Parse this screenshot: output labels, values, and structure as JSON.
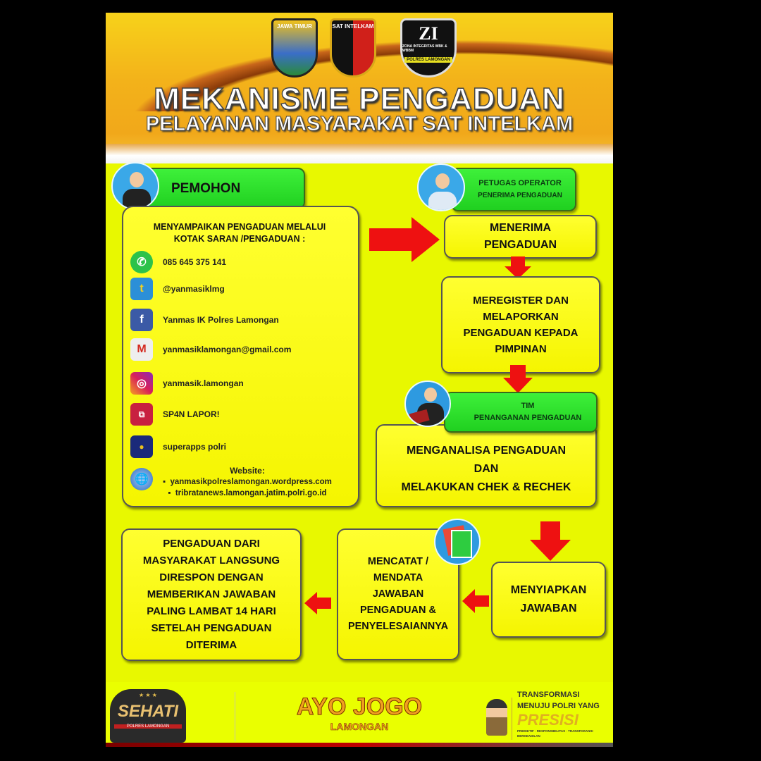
{
  "header": {
    "logos": [
      "JAWA TIMUR",
      "SAT INTELKAM",
      "ZI"
    ],
    "zi_subtitle": "ZONA INTEGRITAS WBK & WBBM",
    "zi_ribbon": "POLRES LAMONGAN",
    "title": "MEKANISME PENGADUAN",
    "subtitle": "PELAYANAN MASYARAKAT SAT INTELKAM"
  },
  "pemohon": {
    "label": "PEMOHON",
    "intro": "MENYAMPAIKAN PENGADUAN MELALUI KOTAK SARAN /PENGADUAN :",
    "channels": [
      {
        "icon": "whatsapp-icon",
        "text": "085 645 375 141"
      },
      {
        "icon": "twitter-icon",
        "text": "@yanmasiklmg"
      },
      {
        "icon": "facebook-icon",
        "text": "Yanmas IK Polres Lamongan"
      },
      {
        "icon": "gmail-icon",
        "text": "yanmasiklamongan@gmail.com"
      },
      {
        "icon": "instagram-icon",
        "text": "yanmasik.lamongan"
      },
      {
        "icon": "sp4n-lapor-icon",
        "text": "SP4N LAPOR!"
      },
      {
        "icon": "superapps-icon",
        "text": "superapps polri"
      }
    ],
    "website_label": "Website:",
    "websites": [
      "yanmasikpolreslamongan.wordpress.com",
      "tribratanews.lamongan.jatim.polri.go.id"
    ]
  },
  "operator": {
    "line1": "PETUGAS OPERATOR",
    "line2": "PENERIMA  PENGADUAN"
  },
  "steps": {
    "menerima": "MENERIMA PENGADUAN",
    "meregister": "MEREGISTER DAN MELAPORKAN PENGADUAN KEPADA PIMPINAN",
    "menganalisa_1": "MENGANALISA PENGADUAN",
    "menganalisa_2": "DAN",
    "menganalisa_3": "MELAKUKAN CHEK & RECHEK",
    "menyiapkan": "MENYIAPKAN JAWABAN",
    "mencatat": "MENCATAT / MENDATA JAWABAN PENGADUAN & PENYELESAIANNYA",
    "respon": "PENGADUAN DARI MASYARAKAT LANGSUNG DIRESPON DENGAN MEMBERIKAN JAWABAN PALING LAMBAT 14 HARI SETELAH PENGADUAN DITERIMA"
  },
  "tim": {
    "line1": "TIM",
    "line2": "PENANGANAN  PENGADUAN"
  },
  "footer": {
    "sehati": "SEHATI",
    "sehati_sub": "POLRES LAMONGAN",
    "ayo": "AYO JOGO",
    "lamongan": "LAMONGAN",
    "transformasi_1": "TRANSFORMASI",
    "transformasi_2": "MENUJU POLRI YANG",
    "presisi": "PRESISI",
    "presisi_sub": "PREDIKTIF · RESPONSIBILITAS · TRANSPARANSI BERKEADILAN"
  }
}
